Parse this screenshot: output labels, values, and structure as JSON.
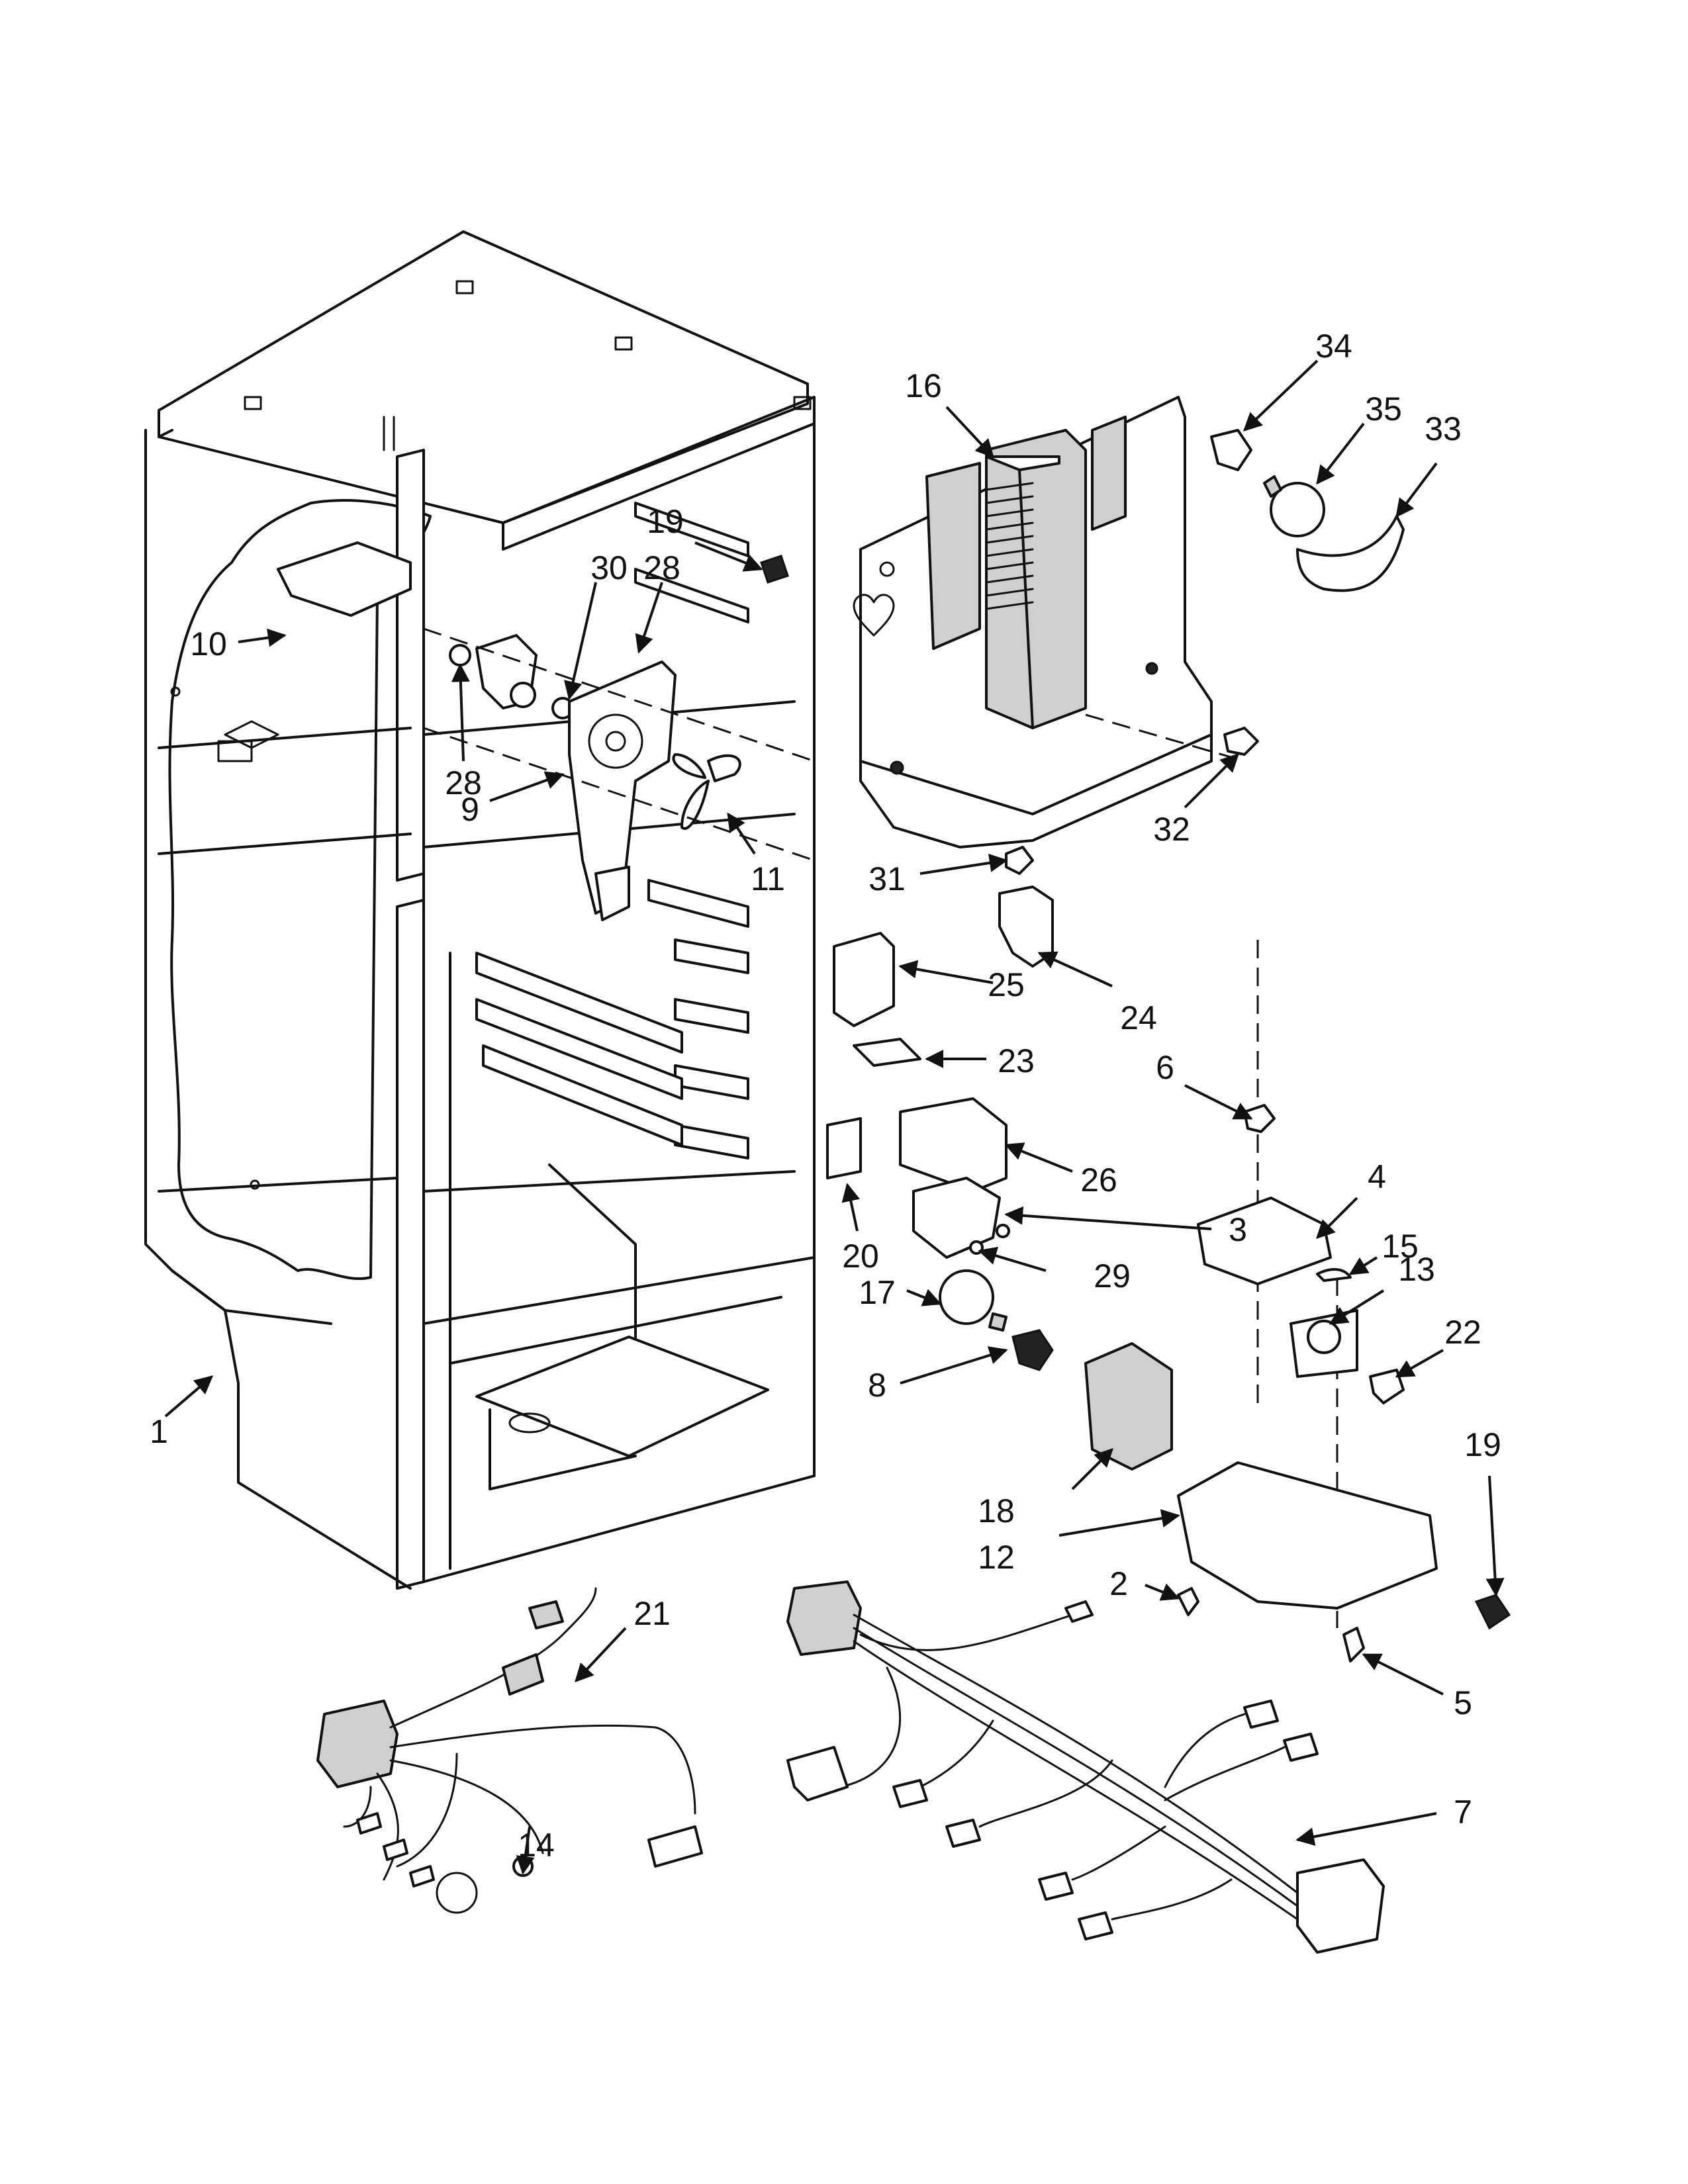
{
  "callouts": [
    {
      "id": "c1",
      "label": "1"
    },
    {
      "id": "c2",
      "label": "2"
    },
    {
      "id": "c3",
      "label": "3"
    },
    {
      "id": "c4",
      "label": "4"
    },
    {
      "id": "c5",
      "label": "5"
    },
    {
      "id": "c6",
      "label": "6"
    },
    {
      "id": "c7",
      "label": "7"
    },
    {
      "id": "c8",
      "label": "8"
    },
    {
      "id": "c9",
      "label": "9"
    },
    {
      "id": "c10",
      "label": "10"
    },
    {
      "id": "c11",
      "label": "11"
    },
    {
      "id": "c12",
      "label": "12"
    },
    {
      "id": "c13",
      "label": "13"
    },
    {
      "id": "c14",
      "label": "14"
    },
    {
      "id": "c15",
      "label": "15"
    },
    {
      "id": "c16",
      "label": "16"
    },
    {
      "id": "c17",
      "label": "17"
    },
    {
      "id": "c18",
      "label": "18"
    },
    {
      "id": "c19a",
      "label": "19"
    },
    {
      "id": "c19b",
      "label": "19"
    },
    {
      "id": "c20",
      "label": "20"
    },
    {
      "id": "c21",
      "label": "21"
    },
    {
      "id": "c22",
      "label": "22"
    },
    {
      "id": "c23",
      "label": "23"
    },
    {
      "id": "c24",
      "label": "24"
    },
    {
      "id": "c25",
      "label": "25"
    },
    {
      "id": "c26",
      "label": "26"
    },
    {
      "id": "c28a",
      "label": "28"
    },
    {
      "id": "c28b",
      "label": "28"
    },
    {
      "id": "c29",
      "label": "29"
    },
    {
      "id": "c30",
      "label": "30"
    },
    {
      "id": "c31",
      "label": "31"
    },
    {
      "id": "c32",
      "label": "32"
    },
    {
      "id": "c33",
      "label": "33"
    },
    {
      "id": "c34",
      "label": "34"
    },
    {
      "id": "c35",
      "label": "35"
    }
  ]
}
